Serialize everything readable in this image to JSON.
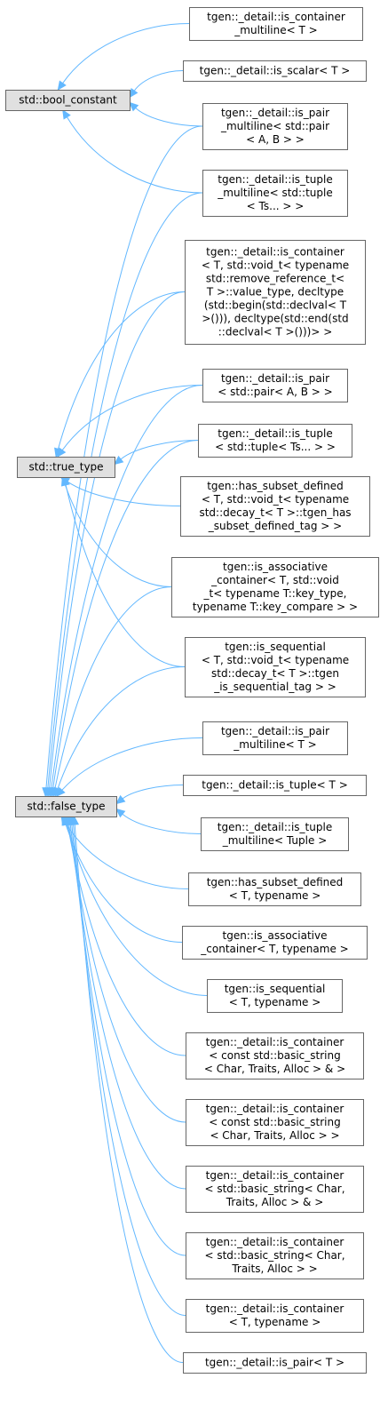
{
  "colors": {
    "base_fill": "#e0e0e0",
    "node_fill": "#ffffff",
    "border": "#666666",
    "edge": "#63b8ff"
  },
  "nodes": [
    {
      "id": "bool_constant",
      "base": true,
      "lines": [
        "std::bool_constant"
      ]
    },
    {
      "id": "true_type",
      "base": true,
      "lines": [
        "std::true_type"
      ]
    },
    {
      "id": "false_type",
      "base": true,
      "lines": [
        "std::false_type"
      ]
    },
    {
      "id": "n1",
      "lines": [
        "tgen::_detail::is_container",
        "_multiline< T >"
      ]
    },
    {
      "id": "n2",
      "lines": [
        "tgen::_detail::is_scalar< T >"
      ]
    },
    {
      "id": "n3",
      "lines": [
        "tgen::_detail::is_pair",
        "_multiline< std::pair",
        "< A, B > >"
      ]
    },
    {
      "id": "n4",
      "lines": [
        "tgen::_detail::is_tuple",
        "_multiline< std::tuple",
        "< Ts... > >"
      ]
    },
    {
      "id": "n5",
      "lines": [
        "tgen::_detail::is_container",
        "< T, std::void_t< typename",
        "std::remove_reference_t<",
        "T >::value_type, decltype",
        "(std::begin(std::declval< T",
        ">())), decltype(std::end(std",
        "::declval< T >()))> >"
      ]
    },
    {
      "id": "n6",
      "lines": [
        "tgen::_detail::is_pair",
        "< std::pair< A, B > >"
      ]
    },
    {
      "id": "n7",
      "lines": [
        "tgen::_detail::is_tuple",
        "< std::tuple< Ts... > >"
      ]
    },
    {
      "id": "n8",
      "lines": [
        "tgen::has_subset_defined",
        "< T, std::void_t< typename",
        "std::decay_t< T >::tgen_has",
        "_subset_defined_tag > >"
      ]
    },
    {
      "id": "n9",
      "lines": [
        "tgen::is_associative",
        "_container< T, std::void",
        "_t< typename T::key_type,",
        "typename T::key_compare > >"
      ]
    },
    {
      "id": "n10",
      "lines": [
        "tgen::is_sequential",
        "< T, std::void_t< typename",
        "std::decay_t< T >::tgen",
        "_is_sequential_tag > >"
      ]
    },
    {
      "id": "n11",
      "lines": [
        "tgen::_detail::is_pair",
        "_multiline< T >"
      ]
    },
    {
      "id": "n12",
      "lines": [
        "tgen::_detail::is_tuple< T >"
      ]
    },
    {
      "id": "n13",
      "lines": [
        "tgen::_detail::is_tuple",
        "_multiline< Tuple >"
      ]
    },
    {
      "id": "n14",
      "lines": [
        "tgen::has_subset_defined",
        "< T, typename >"
      ]
    },
    {
      "id": "n15",
      "lines": [
        "tgen::is_associative",
        "_container< T, typename >"
      ]
    },
    {
      "id": "n16",
      "lines": [
        "tgen::is_sequential",
        "< T, typename >"
      ]
    },
    {
      "id": "n17",
      "lines": [
        "tgen::_detail::is_container",
        "< const std::basic_string",
        "< Char, Traits, Alloc > & >"
      ]
    },
    {
      "id": "n18",
      "lines": [
        "tgen::_detail::is_container",
        "< const std::basic_string",
        "< Char, Traits, Alloc > >"
      ]
    },
    {
      "id": "n19",
      "lines": [
        "tgen::_detail::is_container",
        "< std::basic_string< Char,",
        "Traits, Alloc > & >"
      ]
    },
    {
      "id": "n20",
      "lines": [
        "tgen::_detail::is_container",
        "< std::basic_string< Char,",
        "Traits, Alloc > >"
      ]
    },
    {
      "id": "n21",
      "lines": [
        "tgen::_detail::is_container",
        "< T, typename >"
      ]
    },
    {
      "id": "n22",
      "lines": [
        "tgen::_detail::is_pair< T >"
      ]
    }
  ],
  "edges": [
    {
      "from": "n1",
      "to": "bool_constant"
    },
    {
      "from": "n2",
      "to": "bool_constant"
    },
    {
      "from": "n3",
      "to": "bool_constant"
    },
    {
      "from": "n4",
      "to": "bool_constant"
    },
    {
      "from": "n5",
      "to": "true_type"
    },
    {
      "from": "n6",
      "to": "true_type"
    },
    {
      "from": "n7",
      "to": "true_type"
    },
    {
      "from": "n8",
      "to": "true_type"
    },
    {
      "from": "n9",
      "to": "true_type"
    },
    {
      "from": "n10",
      "to": "true_type"
    },
    {
      "from": "n3",
      "to": "false_type"
    },
    {
      "from": "n4",
      "to": "false_type"
    },
    {
      "from": "n5",
      "to": "false_type"
    },
    {
      "from": "n6",
      "to": "false_type"
    },
    {
      "from": "n7",
      "to": "false_type"
    },
    {
      "from": "n9",
      "to": "false_type"
    },
    {
      "from": "n10",
      "to": "false_type"
    },
    {
      "from": "n11",
      "to": "false_type"
    },
    {
      "from": "n12",
      "to": "false_type"
    },
    {
      "from": "n13",
      "to": "false_type"
    },
    {
      "from": "n14",
      "to": "false_type"
    },
    {
      "from": "n15",
      "to": "false_type"
    },
    {
      "from": "n16",
      "to": "false_type"
    },
    {
      "from": "n17",
      "to": "false_type"
    },
    {
      "from": "n18",
      "to": "false_type"
    },
    {
      "from": "n19",
      "to": "false_type"
    },
    {
      "from": "n20",
      "to": "false_type"
    },
    {
      "from": "n21",
      "to": "false_type"
    },
    {
      "from": "n22",
      "to": "false_type"
    }
  ]
}
